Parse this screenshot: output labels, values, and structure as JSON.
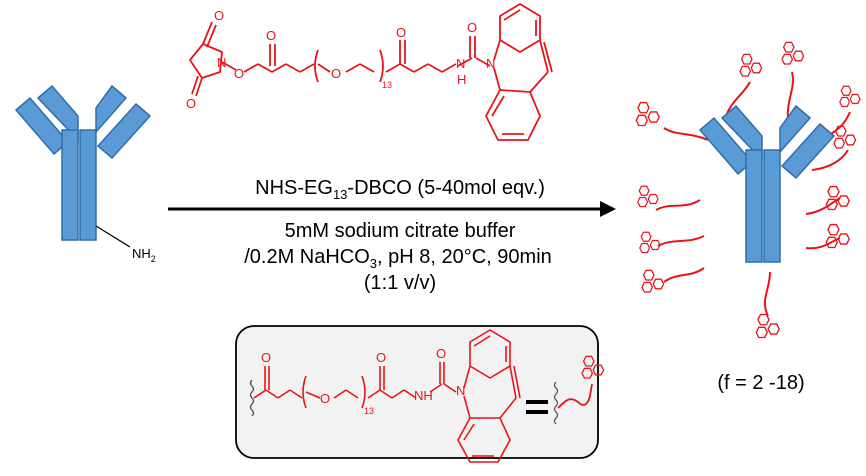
{
  "reagent": {
    "name_part1": "NHS-EG",
    "name_sub": "13",
    "name_part2": "-DBCO (5-40mol eqv.)"
  },
  "conditions": {
    "line1": "5mM sodium citrate buffer",
    "line2_part1": "/0.2M NaHCO",
    "line2_sub": "3",
    "line2_part2": ", pH 8, 20°C, 90min",
    "line3": "(1:1 v/v)"
  },
  "amine_label": {
    "main": "NH",
    "sub": "2"
  },
  "product_label": "(f = 2 -18)",
  "structure_atoms": {
    "o": "O",
    "n": "N",
    "nh": "NH",
    "h": "H",
    "repeat": "13"
  },
  "colors": {
    "antibody_fill": "#5b9bd5",
    "antibody_stroke": "#2f6ea8",
    "chemistry": "#e8141b",
    "legend_box_fill": "#f2f2f2",
    "legend_box_stroke": "#000000"
  }
}
